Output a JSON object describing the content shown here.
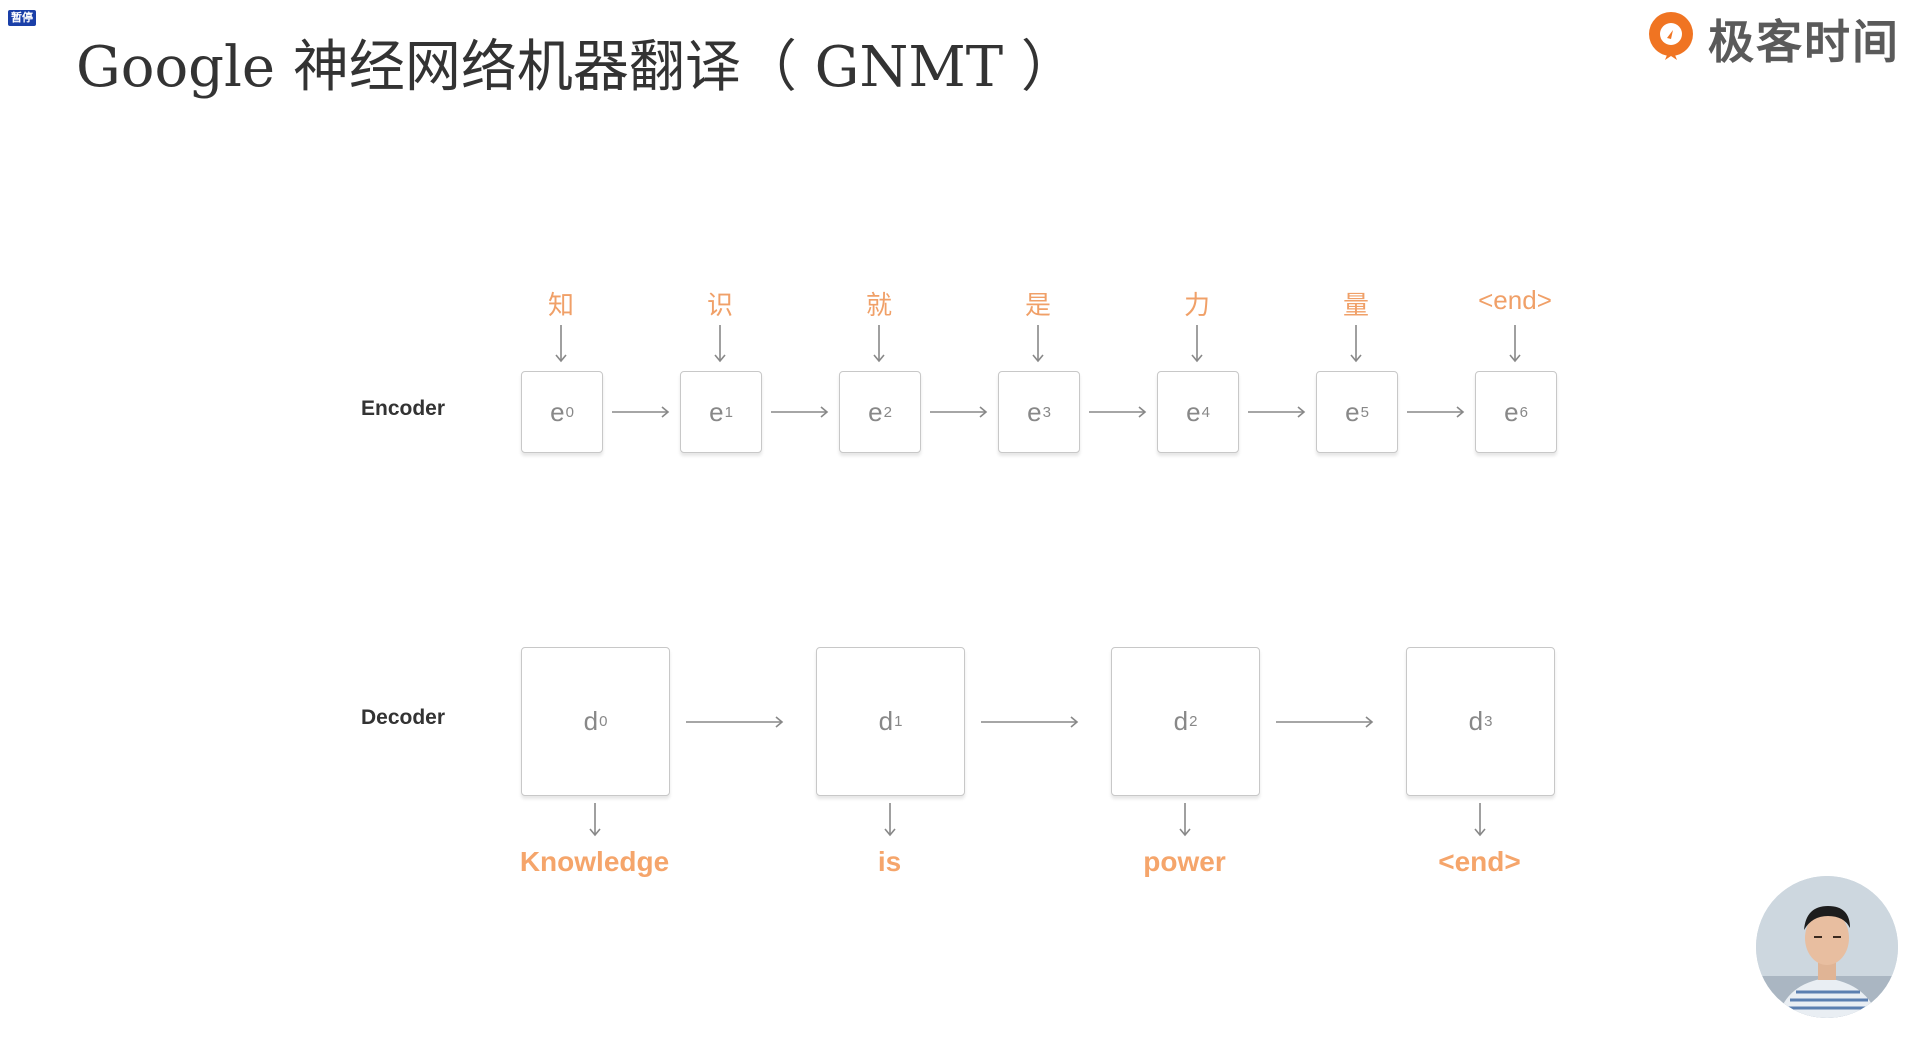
{
  "badge": "暂停",
  "title": "Google 神经网络机器翻译（ GNMT ）",
  "brand": {
    "name": "极客时间",
    "logo_color": "#f07422"
  },
  "encoder": {
    "label": "Encoder",
    "tokens": [
      "知",
      "识",
      "就",
      "是",
      "力",
      "量",
      "<end>"
    ],
    "cells": [
      {
        "letter": "e",
        "index": "0"
      },
      {
        "letter": "e",
        "index": "1"
      },
      {
        "letter": "e",
        "index": "2"
      },
      {
        "letter": "e",
        "index": "3"
      },
      {
        "letter": "e",
        "index": "4"
      },
      {
        "letter": "e",
        "index": "5"
      },
      {
        "letter": "e",
        "index": "6"
      }
    ]
  },
  "decoder": {
    "label": "Decoder",
    "cells": [
      {
        "letter": "d",
        "index": "0"
      },
      {
        "letter": "d",
        "index": "1"
      },
      {
        "letter": "d",
        "index": "2"
      },
      {
        "letter": "d",
        "index": "3"
      }
    ],
    "outputs": [
      "Knowledge",
      "is",
      "power",
      "<end>"
    ]
  },
  "colors": {
    "token": "#f0a068",
    "output": "#f5a56b",
    "arrow": "#888888",
    "box_border": "#c8c8c8"
  }
}
